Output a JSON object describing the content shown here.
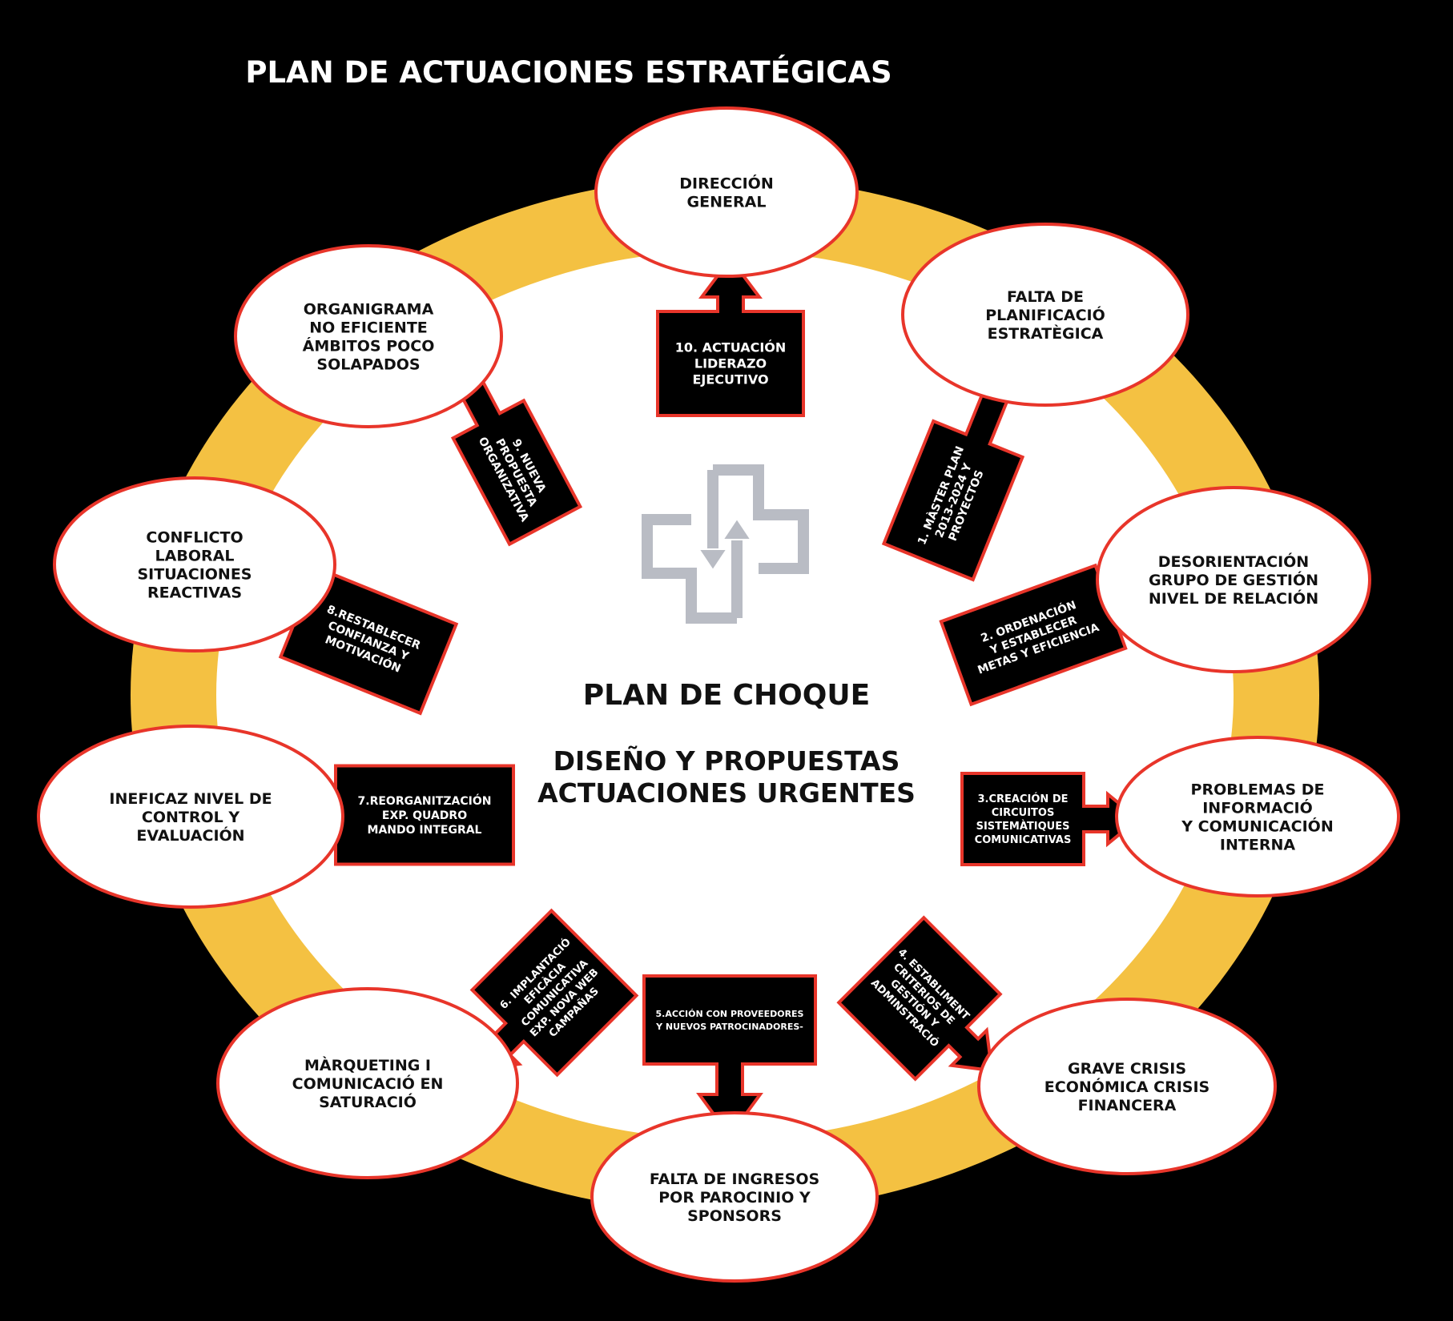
{
  "title": "PLAN DE ACTUACIONES ESTRATÉGICAS",
  "center": {
    "title": "PLAN DE CHOQUE",
    "subtitle_lines": [
      "DISEÑO Y PROPUESTAS",
      "ACTUACIONES URGENTES"
    ]
  },
  "colors": {
    "background": "#000000",
    "ring": "#f4c142",
    "inner": "#ffffff",
    "outline": "#e8352a",
    "logo": "#b9bcc4"
  },
  "problems": [
    {
      "id": "direccion-general",
      "lines": [
        "DIRECCIÓN",
        "GENERAL"
      ]
    },
    {
      "id": "falta-planificacio",
      "lines": [
        "FALTA DE",
        "PLANIFICACIÓ",
        "ESTRATÈGICA"
      ]
    },
    {
      "id": "desorientacion",
      "lines": [
        "DESORIENTACIÓN",
        "GRUPO DE GESTIÓN",
        "NIVEL DE RELACIÓN"
      ]
    },
    {
      "id": "problemas-informacio",
      "lines": [
        "PROBLEMAS DE",
        "INFORMACIÓ",
        "Y COMUNICACIÓN",
        "INTERNA"
      ]
    },
    {
      "id": "grave-crisis",
      "lines": [
        "GRAVE CRISIS",
        "ECONÓMICA CRISIS",
        "FINANCERA"
      ]
    },
    {
      "id": "falta-ingresos",
      "lines": [
        "FALTA DE INGRESOS",
        "POR PAROCINIO Y",
        "SPONSORS"
      ]
    },
    {
      "id": "marqueting",
      "lines": [
        "MÀRQUETING I",
        "COMUNICACIÓ EN",
        "SATURACIÓ"
      ]
    },
    {
      "id": "ineficaz-control",
      "lines": [
        "INEFICAZ NIVEL DE",
        "CONTROL Y",
        "EVALUACIÓN"
      ]
    },
    {
      "id": "conflicto-laboral",
      "lines": [
        "CONFLICTO",
        "LABORAL",
        "SITUACIONES",
        "REACTIVAS"
      ]
    },
    {
      "id": "organigrama",
      "lines": [
        "ORGANIGRAMA",
        "NO EFICIENTE",
        "ÁMBITOS POCO",
        "SOLAPADOS"
      ]
    }
  ],
  "actions": [
    {
      "id": "actuacion-10",
      "lines": [
        "10. ACTUACIÓN",
        "LIDERAZO",
        "EJECUTIVO"
      ]
    },
    {
      "id": "actuacion-1",
      "lines": [
        "1. MÀSTER PLAN",
        "2013-2024  Y",
        "PROYECTOS"
      ]
    },
    {
      "id": "actuacion-2",
      "lines": [
        "2. ORDENACIÓN",
        "Y ESTABLECER",
        "METAS Y EFICIENCIA"
      ]
    },
    {
      "id": "actuacion-3",
      "lines": [
        "3.CREACIÓN DE",
        "CIRCUITOS",
        "SISTEMÀTIQUES",
        "COMUNICATIVAS"
      ]
    },
    {
      "id": "actuacion-4",
      "lines": [
        "4. ESTABLIMENT",
        "CRITERIOS DE",
        "GESTIÓN Y",
        "ADMINSTRACIÓ"
      ]
    },
    {
      "id": "actuacion-5",
      "lines": [
        "5.ACCIÓN CON PROVEEDORES",
        "Y NUEVOS PATROCINADORES-"
      ]
    },
    {
      "id": "actuacion-6",
      "lines": [
        "6. IMPLANTACIÓ",
        "EFICÀCIA",
        "COMUNICATIVA",
        "EXP. NOVA WEB",
        "CAMPAÑAS"
      ]
    },
    {
      "id": "actuacion-7",
      "lines": [
        "7.REORGANITZACIÓN",
        "EXP. QUADRO",
        "MANDO INTEGRAL"
      ]
    },
    {
      "id": "actuacion-8",
      "lines": [
        "8.RESTABLECER",
        "CONFIANZA Y",
        "MOTIVACIÓN"
      ]
    },
    {
      "id": "actuacion-9",
      "lines": [
        "9. NUEVA",
        "PROPUESTA",
        "ORGANIZATIVA"
      ]
    }
  ]
}
